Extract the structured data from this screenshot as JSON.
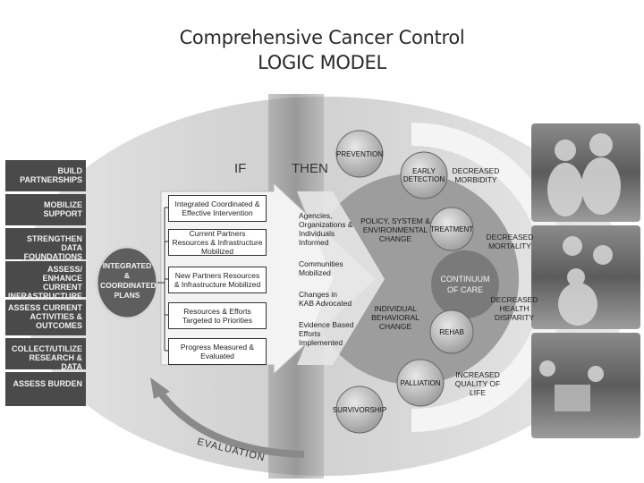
{
  "title": {
    "line1": "Comprehensive Cancer Control",
    "line2": "LOGIC MODEL"
  },
  "headings": {
    "if": "IF",
    "then": "THEN"
  },
  "left_bars": [
    "BUILD PARTNERSHIPS",
    "MOBILIZE SUPPORT",
    "STRENGTHEN DATA FOUNDATIONS",
    "ASSESS/ ENHANCE CURRENT INFRASTRUCTURE",
    "ASSESS CURRENT ACTIVITIES & OUTCOMES",
    "COLLECT/UTILIZE RESEARCH & DATA",
    "ASSESS BURDEN"
  ],
  "hub": {
    "text": "INTEGRATED & COORDINATED PLANS"
  },
  "if_boxes": [
    "Integrated Coordinated & Effective Intervention",
    "Current Partners Resources & Infrastructure Mobilized",
    "New Partners Resources & Infrastructure Mobilized",
    "Resources & Efforts Targeted to Priorities",
    "Progress Measured & Evaluated"
  ],
  "then_items": [
    "Agencies, Organizations & Individuals Informed",
    "Communities Mobilized",
    "Changes in KAB Advocated",
    "Evidence Based Efforts Implemented"
  ],
  "change": {
    "policy": "POLICY, SYSTEM & ENVIRONMENTAL CHANGE",
    "individual": "INDIVIDUAL BEHAVIORAL CHANGE"
  },
  "continuum": "CONTINUUM OF CARE",
  "circles": {
    "prevention": "PREVENTION",
    "early_detection": "EARLY DETECTION",
    "treatment": "TREATMENT",
    "rehab": "REHAB",
    "palliation": "PALLIATION",
    "survivorship": "SURVIVORSHIP"
  },
  "outcomes": [
    "DECREASED MORBIDITY",
    "DECREASED MORTALITY",
    "DECREASED HEALTH DISPARITY",
    "INCREASED QUALITY OF LIFE"
  ],
  "evaluation": "EVALUATION",
  "colors": {
    "bar": "#4a4a4a",
    "oval": "#d6d6d6",
    "then_band": "#a9a9a9",
    "circle": "#bdbdbd"
  }
}
